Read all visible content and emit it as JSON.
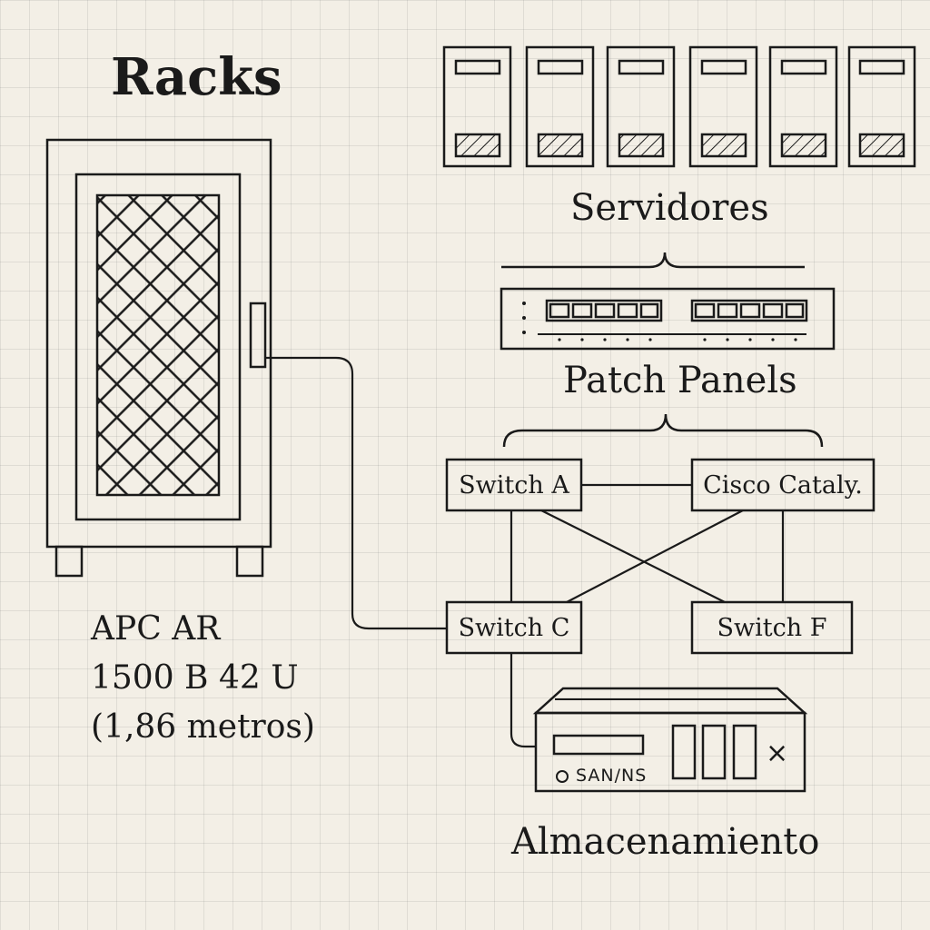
{
  "title": "Racks",
  "rack": {
    "model_line1": "APC AR",
    "model_line2": "1500 B 42 U",
    "model_line3": "(1,86 metros)"
  },
  "servers": {
    "label": "Servidores",
    "count": 6
  },
  "patch_panels": {
    "label": "Patch Panels"
  },
  "switches": {
    "a": "Switch A",
    "cisco": "Cisco Cataly.",
    "c": "Switch C",
    "f": "Switch F"
  },
  "storage": {
    "device_label": "SAN/NS",
    "power_symbol": "O",
    "close_symbol": "×",
    "label": "Almacenamiento"
  },
  "colors": {
    "ink": "#1a1a1a",
    "paper": "#f3efe6"
  }
}
